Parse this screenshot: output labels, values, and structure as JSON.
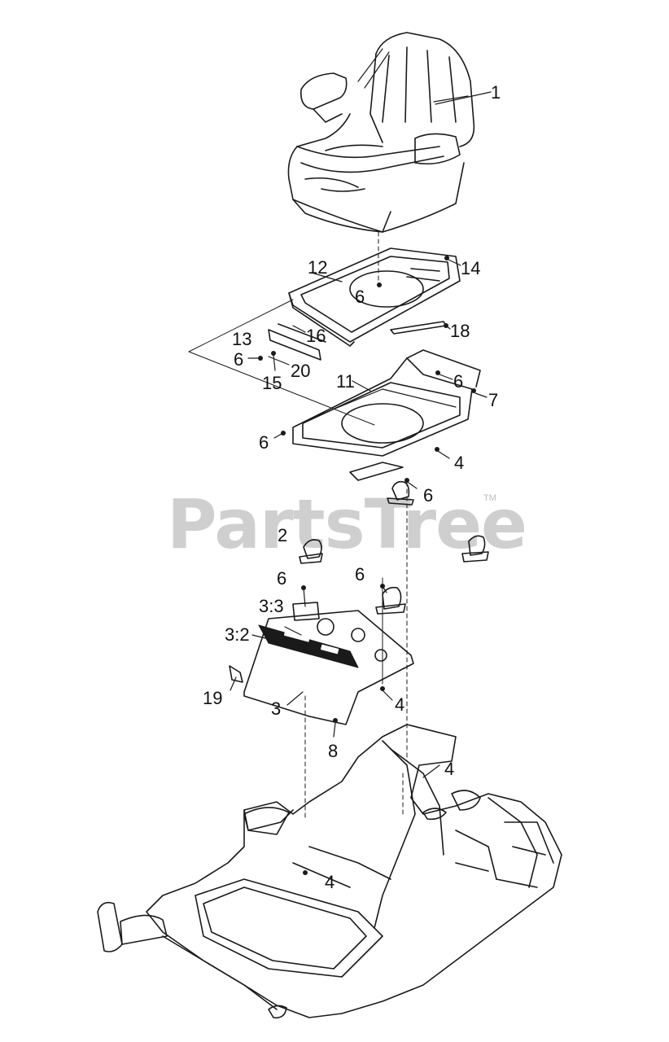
{
  "watermark": {
    "text": "PartsTree",
    "trademark": "TM"
  },
  "callouts": {
    "c1": "1",
    "c12": "12",
    "c14": "14",
    "c6a": "6",
    "c16": "16",
    "c18": "18",
    "c13": "13",
    "c6b": "6",
    "c20": "20",
    "c15": "15",
    "c11": "11",
    "c6c": "6",
    "c7": "7",
    "c6d": "6",
    "c4a": "4",
    "c6e": "6",
    "c2": "2",
    "c6f": "6",
    "c6g": "6",
    "c33": "3:3",
    "c32": "3:2",
    "c19": "19",
    "c3": "3",
    "c4b": "4",
    "c8": "8",
    "c4c": "4",
    "c4d": "4"
  }
}
